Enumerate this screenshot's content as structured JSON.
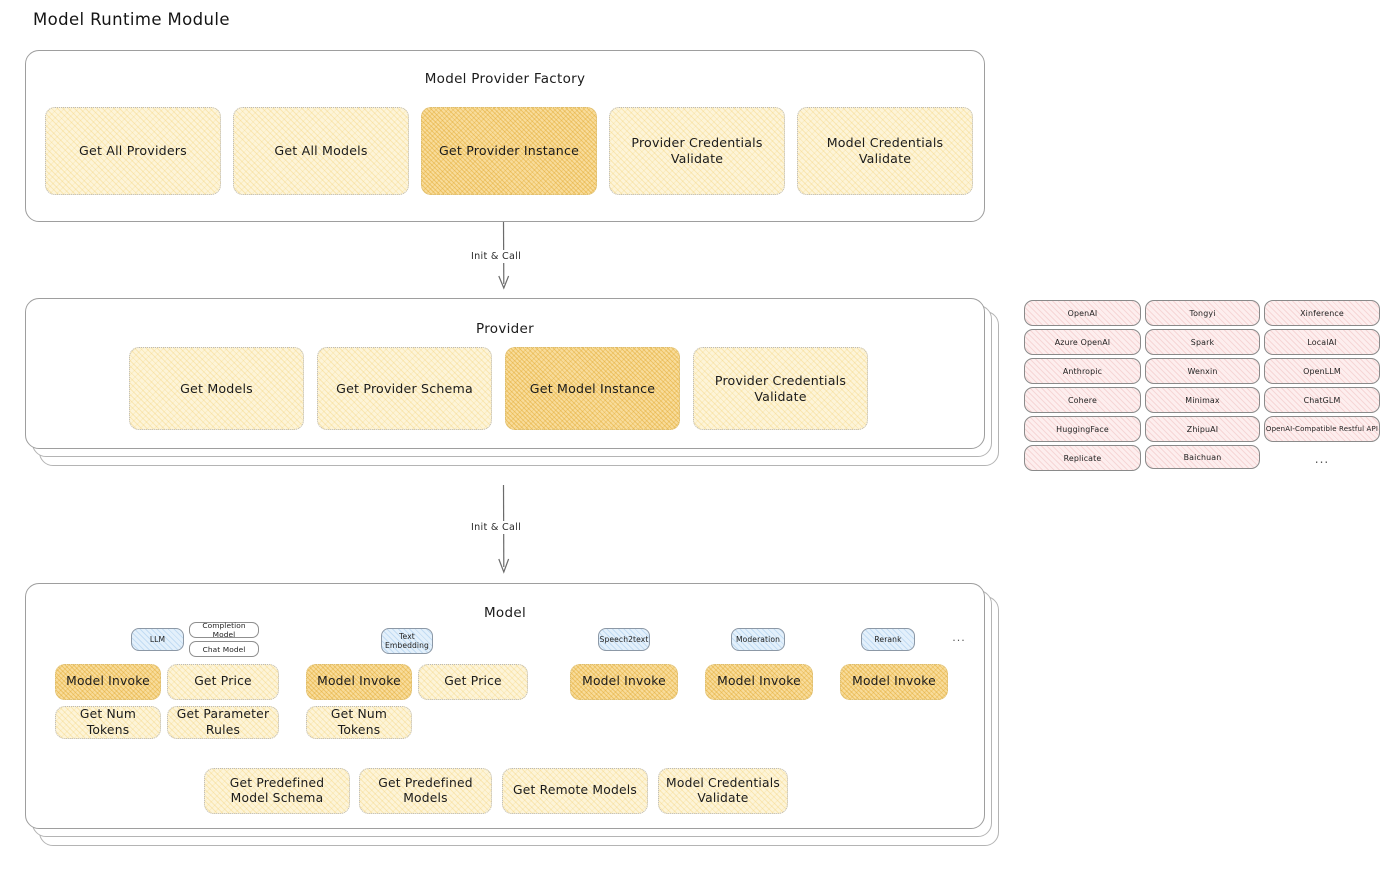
{
  "page": {
    "title": "Model Runtime Module"
  },
  "factory": {
    "title": "Model Provider Factory",
    "boxes": [
      {
        "label": "Get All Providers",
        "highlight": false
      },
      {
        "label": "Get All Models",
        "highlight": false
      },
      {
        "label": "Get Provider Instance",
        "highlight": true
      },
      {
        "label": "Provider Credentials Validate",
        "highlight": false
      },
      {
        "label": "Model Credentials Validate",
        "highlight": false
      }
    ]
  },
  "arrows": [
    {
      "label": "Init & Call"
    },
    {
      "label": "Init & Call"
    }
  ],
  "provider": {
    "title": "Provider",
    "boxes": [
      {
        "label": "Get Models",
        "highlight": false
      },
      {
        "label": "Get Provider Schema",
        "highlight": false
      },
      {
        "label": "Get Model Instance",
        "highlight": true
      },
      {
        "label": "Provider Credentials Validate",
        "highlight": false
      }
    ]
  },
  "provider_list": {
    "columns": [
      [
        "OpenAI",
        "Azure OpenAI",
        "Anthropic",
        "Cohere",
        "HuggingFace",
        "Replicate"
      ],
      [
        "Tongyi",
        "Spark",
        "Wenxin",
        "Minimax",
        "ZhipuAI",
        "Baichuan"
      ],
      [
        "Xinference",
        "LocalAI",
        "OpenLLM",
        "ChatGLM",
        "OpenAI-Compatible Restful API"
      ]
    ],
    "more": "..."
  },
  "model": {
    "title": "Model",
    "more": "...",
    "types": [
      {
        "name": "LLM",
        "sub_chips": [
          "Completion Model",
          "Chat Model"
        ],
        "methods": [
          "Model Invoke",
          "Get Price",
          "Get Num Tokens",
          "Get Parameter Rules"
        ]
      },
      {
        "name": "Text Embedding",
        "sub_chips": [],
        "methods": [
          "Model Invoke",
          "Get Price",
          "Get Num Tokens"
        ]
      },
      {
        "name": "Speech2text",
        "sub_chips": [],
        "methods": [
          "Model Invoke"
        ]
      },
      {
        "name": "Moderation",
        "sub_chips": [],
        "methods": [
          "Model Invoke"
        ]
      },
      {
        "name": "Rerank",
        "sub_chips": [],
        "methods": [
          "Model Invoke"
        ]
      }
    ],
    "common_methods": [
      "Get Predefined Model Schema",
      "Get Predefined Models",
      "Get Remote Models",
      "Model Credentials Validate"
    ]
  },
  "colors": {
    "box_fill": "#fdf4d8",
    "box_fill_highlight": "#f8dc9b",
    "provider_chip_fill": "#fdeeee",
    "model_type_chip_fill": "#e3f0fb",
    "card_border": "#9e9e9e"
  }
}
